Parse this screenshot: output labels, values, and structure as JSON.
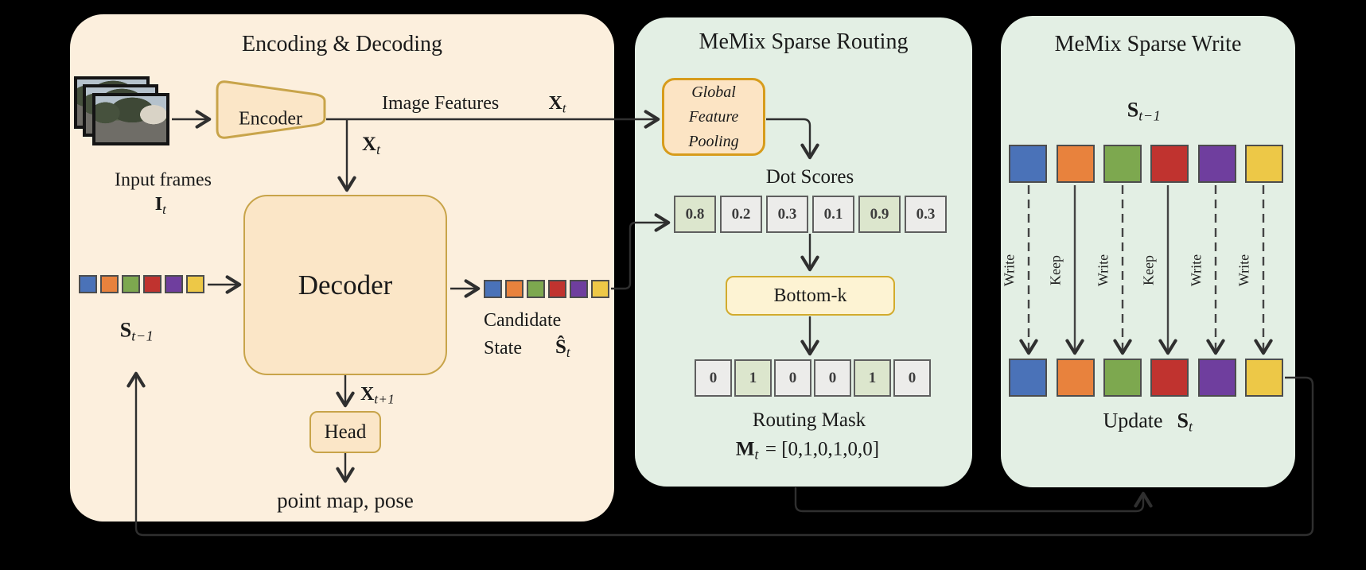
{
  "palette": {
    "tokens": [
      "#4a72b8",
      "#e8823d",
      "#7da84f",
      "#c0332f",
      "#6f3e9e",
      "#edc847"
    ],
    "panel_cream": "#fcefdd",
    "panel_green": "#e3efe4",
    "box_peach": "#fbe6c7",
    "box_orange": "#fce4c4",
    "box_yellow": "#fdf3d3",
    "cell_normal": "#ececea",
    "cell_highlight": "#dce6cd"
  },
  "encoding_panel": {
    "title": "Encoding & Decoding",
    "input_frames_label": "Input frames",
    "input_symbol": {
      "base": "I",
      "sub": "t"
    },
    "encoder_label": "Encoder",
    "image_features_label": "Image Features",
    "image_features_symbol": {
      "base": "X",
      "sub": "t"
    },
    "decoder_input_symbol": {
      "base": "X",
      "sub": "t"
    },
    "decoder_label": "Decoder",
    "prev_state_symbol": {
      "base": "S",
      "sub": "t−1"
    },
    "candidate_line1": "Candidate",
    "candidate_line2": "State",
    "candidate_symbol": {
      "base": "Ŝ",
      "sub": "t"
    },
    "head_input_symbol": {
      "base": "X",
      "sub": "t+1"
    },
    "head_label": "Head",
    "head_output_label": "point map, pose"
  },
  "routing_panel": {
    "title": "MeMix Sparse Routing",
    "pooling_box": {
      "line1": "Global",
      "line2": "Feature",
      "line3": "Pooling"
    },
    "dot_scores_label": "Dot Scores",
    "scores": [
      {
        "value": "0.8",
        "bg": "#dce6cd"
      },
      {
        "value": "0.2",
        "bg": "#ececea"
      },
      {
        "value": "0.3",
        "bg": "#ececea"
      },
      {
        "value": "0.1",
        "bg": "#ececea"
      },
      {
        "value": "0.9",
        "bg": "#dce6cd"
      },
      {
        "value": "0.3",
        "bg": "#ececea"
      }
    ],
    "bottomk_label": "Bottom-k",
    "mask_cells": [
      {
        "value": "0",
        "bg": "#ececea"
      },
      {
        "value": "1",
        "bg": "#dce6cd"
      },
      {
        "value": "0",
        "bg": "#ececea"
      },
      {
        "value": "0",
        "bg": "#ececea"
      },
      {
        "value": "1",
        "bg": "#dce6cd"
      },
      {
        "value": "0",
        "bg": "#ececea"
      }
    ],
    "routing_mask_label": "Routing Mask",
    "mask_equation": {
      "base": "M",
      "sub": "t",
      "rhs": "= [0,1,0,1,0,0]"
    }
  },
  "write_panel": {
    "title": "MeMix Sparse Write",
    "prev_state_symbol": {
      "base": "S",
      "sub": "t−1"
    },
    "actions": [
      {
        "label": "Write",
        "dash": "11 7"
      },
      {
        "label": "Keep",
        "dash": "none"
      },
      {
        "label": "Write",
        "dash": "11 7"
      },
      {
        "label": "Keep",
        "dash": "none"
      },
      {
        "label": "Write",
        "dash": "11 7"
      },
      {
        "label": "Write",
        "dash": "11 7"
      }
    ],
    "update_label": "Update",
    "update_symbol": {
      "base": "S",
      "sub": "t"
    }
  }
}
